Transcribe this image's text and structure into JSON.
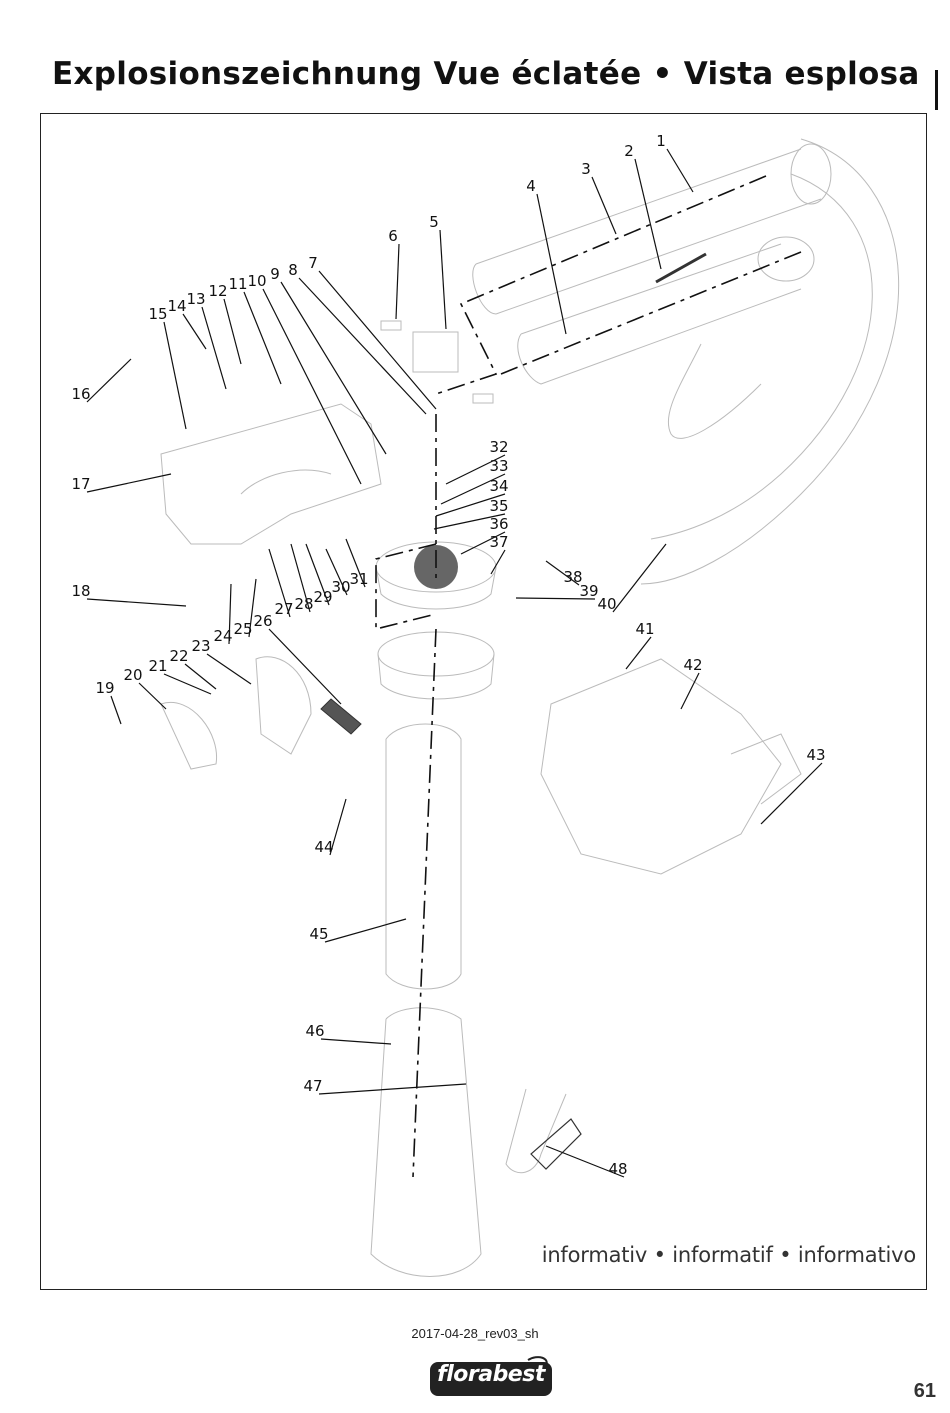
{
  "header": {
    "title": "Explosionszeichnung Vue éclatée • Vista esplosa"
  },
  "drawing": {
    "part_labels": [
      "1",
      "2",
      "3",
      "4",
      "5",
      "6",
      "7",
      "8",
      "9",
      "10",
      "11",
      "12",
      "13",
      "14",
      "15",
      "16",
      "17",
      "18",
      "19",
      "20",
      "21",
      "22",
      "23",
      "24",
      "25",
      "26",
      "27",
      "28",
      "29",
      "30",
      "31",
      "32",
      "33",
      "34",
      "35",
      "36",
      "37",
      "38",
      "39",
      "40",
      "41",
      "42",
      "43",
      "44",
      "45",
      "46",
      "47",
      "48"
    ],
    "caption": "informativ • informatif • informativo"
  },
  "footer": {
    "revision": "2017-04-28_rev03_sh",
    "brand": "florabest",
    "page_number": "61"
  },
  "colors": {
    "ink": "#111111",
    "line": "#333333",
    "faint": "#bbbbbb",
    "logo": "#222222"
  }
}
